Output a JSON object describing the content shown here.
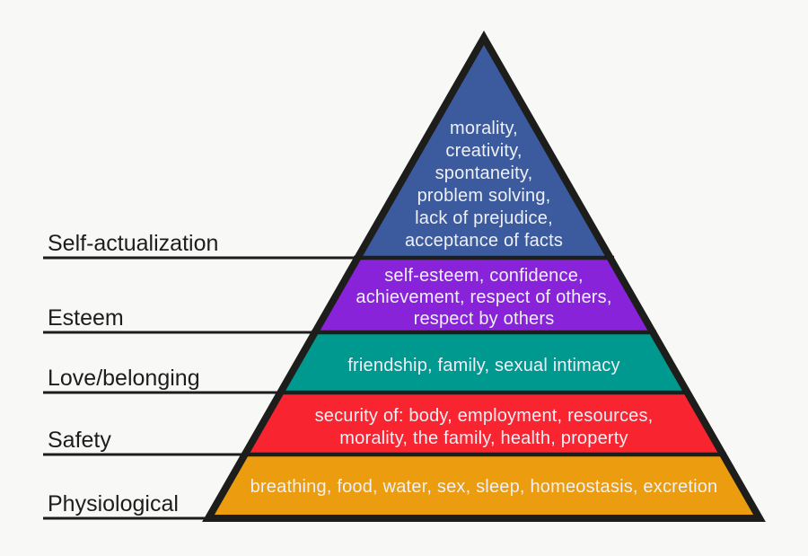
{
  "title": "Maslow's hierarchy of needs pyramid",
  "colors": {
    "background": "#f8f8f7",
    "outline": "#1d1d1b",
    "level_text": "#eef0f6",
    "label_text": "#1d1d1b",
    "self_actualization": "#3b5b9e",
    "esteem": "#8823da",
    "love_belonging": "#00998f",
    "safety": "#f8242f",
    "physiological": "#eb9c0f"
  },
  "pyramid": {
    "levels": [
      {
        "label": "Self-actualization",
        "color": "#3b5b9e",
        "lines": [
          "morality,",
          "creativity,",
          "spontaneity,",
          "problem solving,",
          "lack of prejudice,",
          "acceptance of facts"
        ]
      },
      {
        "label": "Esteem",
        "color": "#8823da",
        "lines": [
          "self-esteem, confidence,",
          "achievement, respect of others,",
          "respect by others"
        ]
      },
      {
        "label": "Love/belonging",
        "color": "#00998f",
        "lines": [
          "friendship, family, sexual intimacy"
        ]
      },
      {
        "label": "Safety",
        "color": "#f8242f",
        "lines": [
          "security of: body, employment, resources,",
          "morality, the family, health, property"
        ]
      },
      {
        "label": "Physiological",
        "color": "#eb9c0f",
        "lines": [
          "breathing, food, water, sex, sleep, homeostasis, excretion"
        ]
      }
    ]
  }
}
